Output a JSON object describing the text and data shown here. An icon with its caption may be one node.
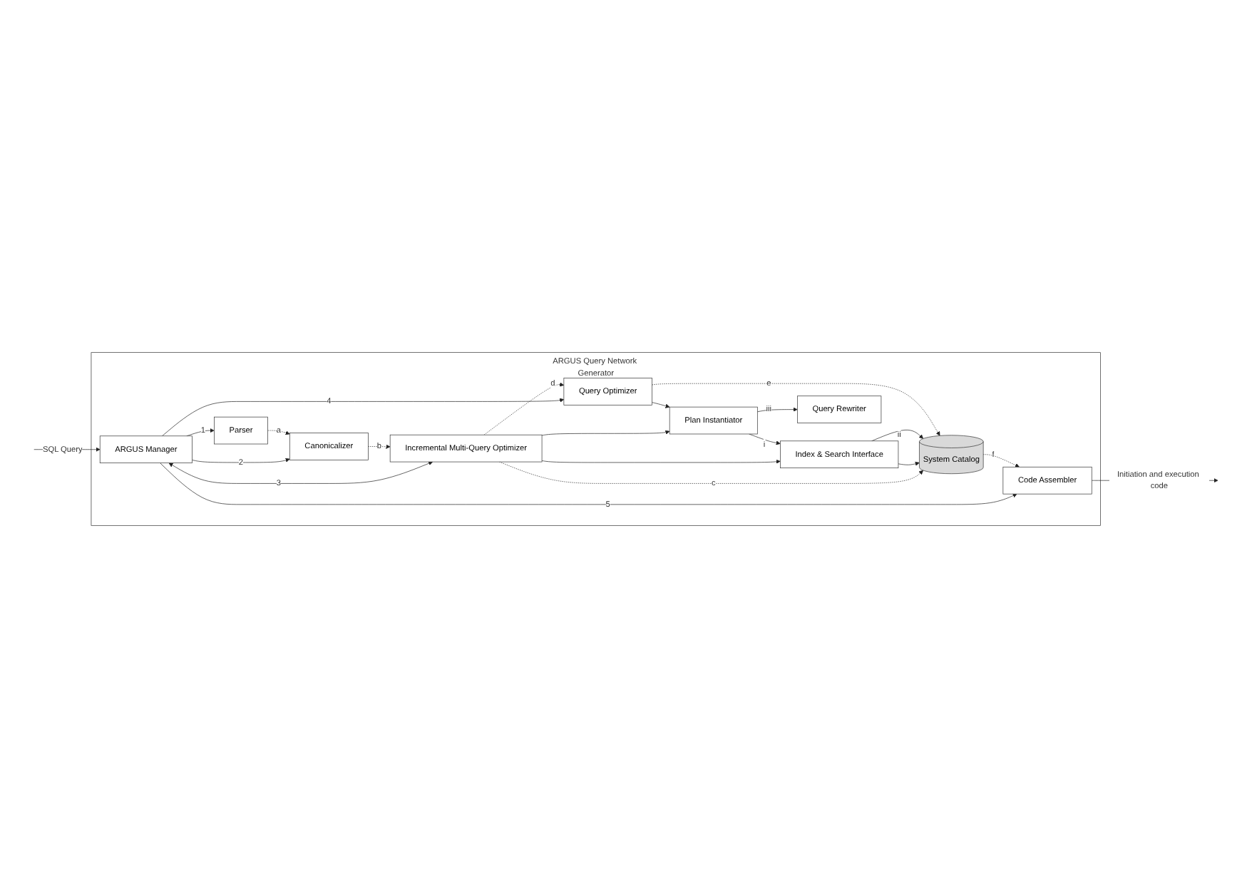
{
  "diagram": {
    "nodes": [
      {
        "text": [
          "ARGUS Query Network Generator"
        ]
      },
      {
        "text": [
          "ARGUS Manager"
        ],
        "in": 0
      },
      {
        "text": [
          "Parser"
        ],
        "in": 0
      },
      {
        "text": [
          "Canonicalizer"
        ],
        "in": 0
      },
      {
        "text": [
          "Incremental Multi-Query Optimizer"
        ],
        "in": 0
      },
      {
        "text": [
          "Query Optimizer"
        ],
        "in": 0
      },
      {
        "text": [
          "Code Assembler"
        ],
        "in": 0
      },
      {
        "text": [
          "Plan Instantiator"
        ],
        "in": 0
      },
      {
        "text": [
          "Index & Search Interface"
        ],
        "in": 0
      },
      {
        "text": [
          "Query Rewriter"
        ],
        "in": 0
      },
      {
        "text": [
          "System Catalog"
        ],
        "in": 0
      }
    ],
    "edges": [
      {
        "from": null,
        "to": 1,
        "arrow": "to",
        "label": "SQL Query"
      },
      {
        "from": 1,
        "to": 2,
        "arrow": "to",
        "label": "1"
      },
      {
        "from": 1,
        "to": 3,
        "arrow": "to",
        "label": "2"
      },
      {
        "from": 1,
        "to": 4,
        "arrow": "both",
        "label": "3"
      },
      {
        "from": 1,
        "to": 5,
        "arrow": "to",
        "label": "4"
      },
      {
        "from": 1,
        "to": 6,
        "arrow": "to",
        "label": "5"
      },
      {
        "from": 2,
        "to": 3,
        "arrow": "to",
        "label": "a",
        "style": "dashed"
      },
      {
        "from": 3,
        "to": 4,
        "arrow": "to",
        "label": "b",
        "style": "dashed"
      },
      {
        "from": 4,
        "to": 10,
        "arrow": "to",
        "label": "c",
        "style": "dashed"
      },
      {
        "from": 4,
        "to": 5,
        "arrow": "to",
        "label": "d",
        "style": "dashed"
      },
      {
        "from": 4,
        "to": 8,
        "arrow": "to"
      },
      {
        "from": 4,
        "to": 7,
        "arrow": "to"
      },
      {
        "from": 5,
        "to": 7,
        "arrow": "to"
      },
      {
        "from": 7,
        "to": 8,
        "arrow": "to",
        "label": "i"
      },
      {
        "from": 7,
        "to": 9,
        "arrow": "to",
        "label": "iii"
      },
      {
        "from": 8,
        "to": 10,
        "arrow": "to"
      },
      {
        "from": 8,
        "to": 10,
        "arrow": "to",
        "label": "ii"
      },
      {
        "from": 5,
        "to": 10,
        "arrow": "to",
        "label": "e",
        "style": "dashed"
      },
      {
        "from": 10,
        "to": 6,
        "arrow": "to",
        "label": "f",
        "style": "dashed"
      },
      {
        "from": 6,
        "to": null,
        "arrow": "to",
        "label": "Initiation and execution code"
      }
    ]
  }
}
